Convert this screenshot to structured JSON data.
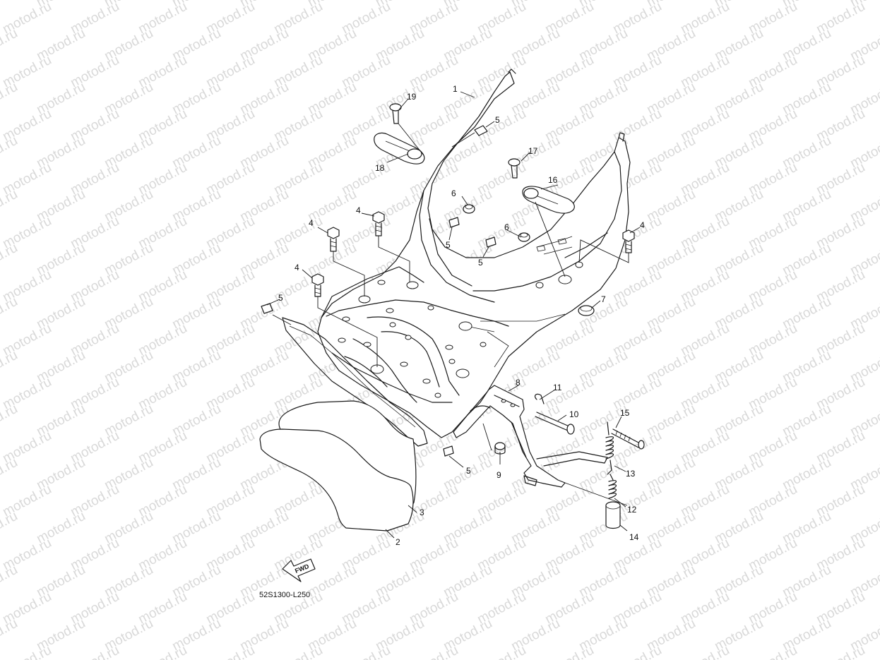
{
  "watermark": "motod.ru",
  "diagram_code": "52S1300-L250",
  "fwd_label": "FWD",
  "callouts": [
    "1",
    "2",
    "3",
    "4",
    "5",
    "6",
    "7",
    "8",
    "9",
    "10",
    "11",
    "12",
    "13",
    "14",
    "15",
    "16",
    "17",
    "18",
    "19"
  ]
}
